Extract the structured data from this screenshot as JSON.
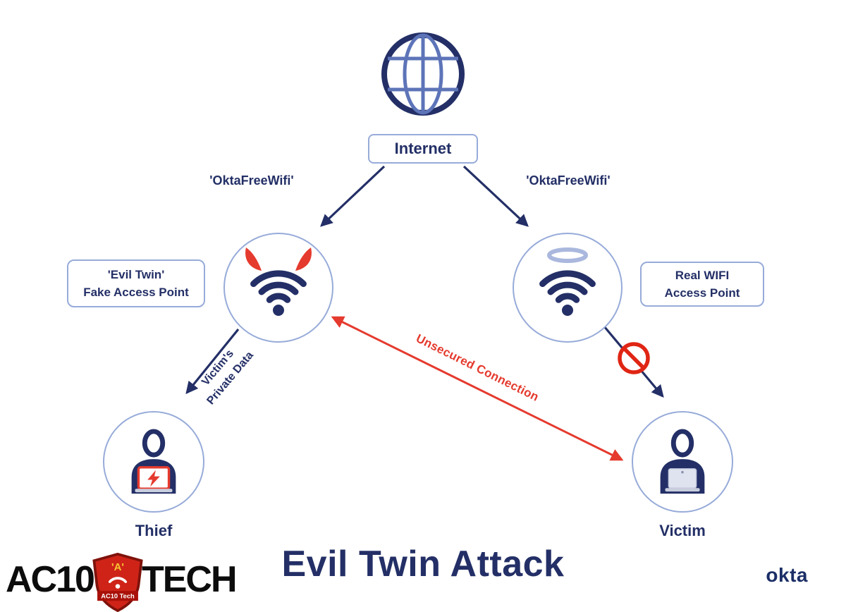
{
  "colors": {
    "navy": "#232f66",
    "periwinkle_border": "#97abd9",
    "globe_inner_blue": "#5d74b8",
    "halo_blue": "#aab8de",
    "red": "#e53a2e"
  },
  "internet": {
    "label": "Internet"
  },
  "ssids": {
    "left": "'OktaFreeWifi'",
    "right": "'OktaFreeWifi'"
  },
  "evil_ap": {
    "line1": "'Evil Twin'",
    "line2": "Fake Access Point"
  },
  "real_ap": {
    "line1": "Real WIFI",
    "line2": "Access Point"
  },
  "flows": {
    "private_data_line1": "Victim's",
    "private_data_line2": "Private Data",
    "unsecured": "Unsecured Connection"
  },
  "actors": {
    "thief": "Thief",
    "victim": "Victim"
  },
  "title": "Evil Twin Attack",
  "brand": {
    "ac10": "AC10",
    "tech": "TECH",
    "shield_a": "'A'",
    "shield_banner": "AC10 Tech",
    "okta": "okta"
  }
}
